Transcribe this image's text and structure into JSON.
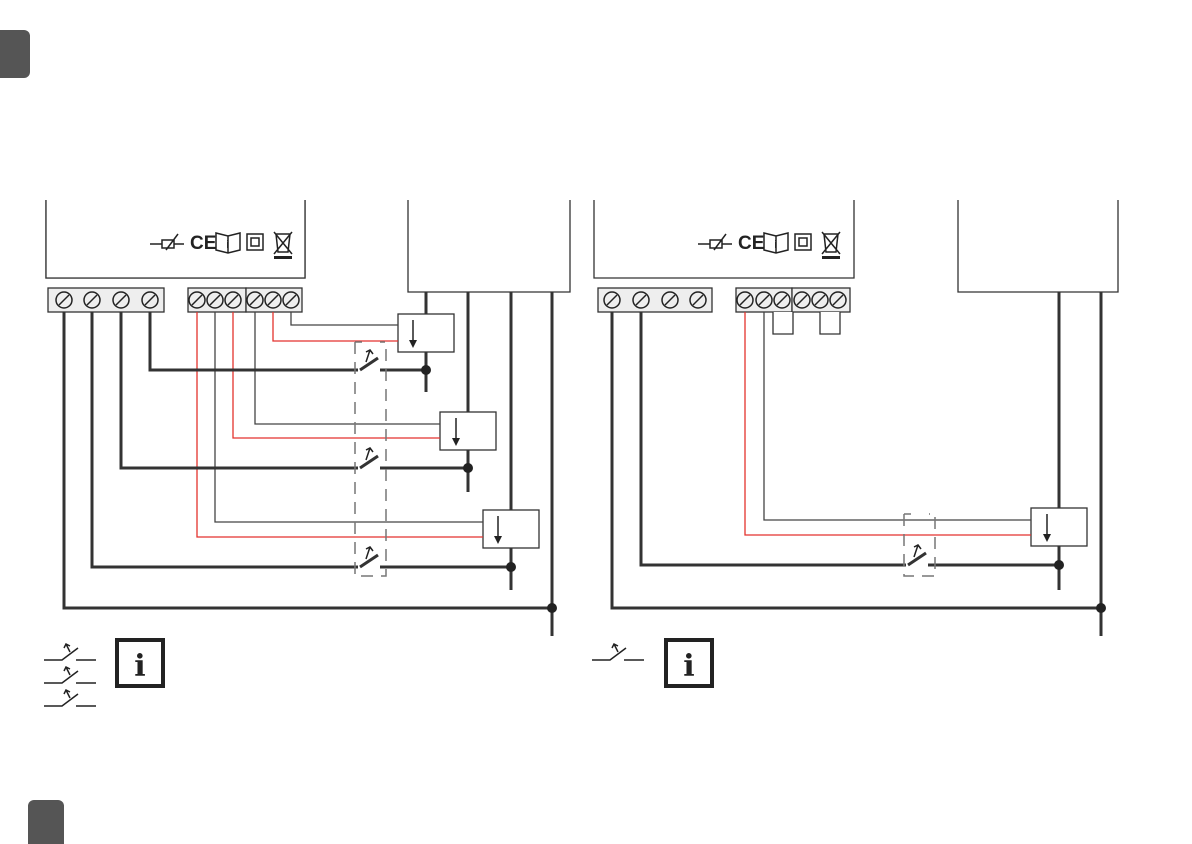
{
  "page": {
    "theme_color": "#555555"
  },
  "colors": {
    "dark_wire": "#333333",
    "signal_wire": "#444444",
    "red_wire": "#e3322d",
    "device_fill": "#eeeeee"
  },
  "controller_labels": {
    "ce_mark": "CE"
  },
  "icons": {
    "info": "i",
    "manual": "i"
  },
  "left_diagram": {
    "legend_switch_count": 3
  },
  "right_diagram": {
    "legend_switch_count": 1
  }
}
